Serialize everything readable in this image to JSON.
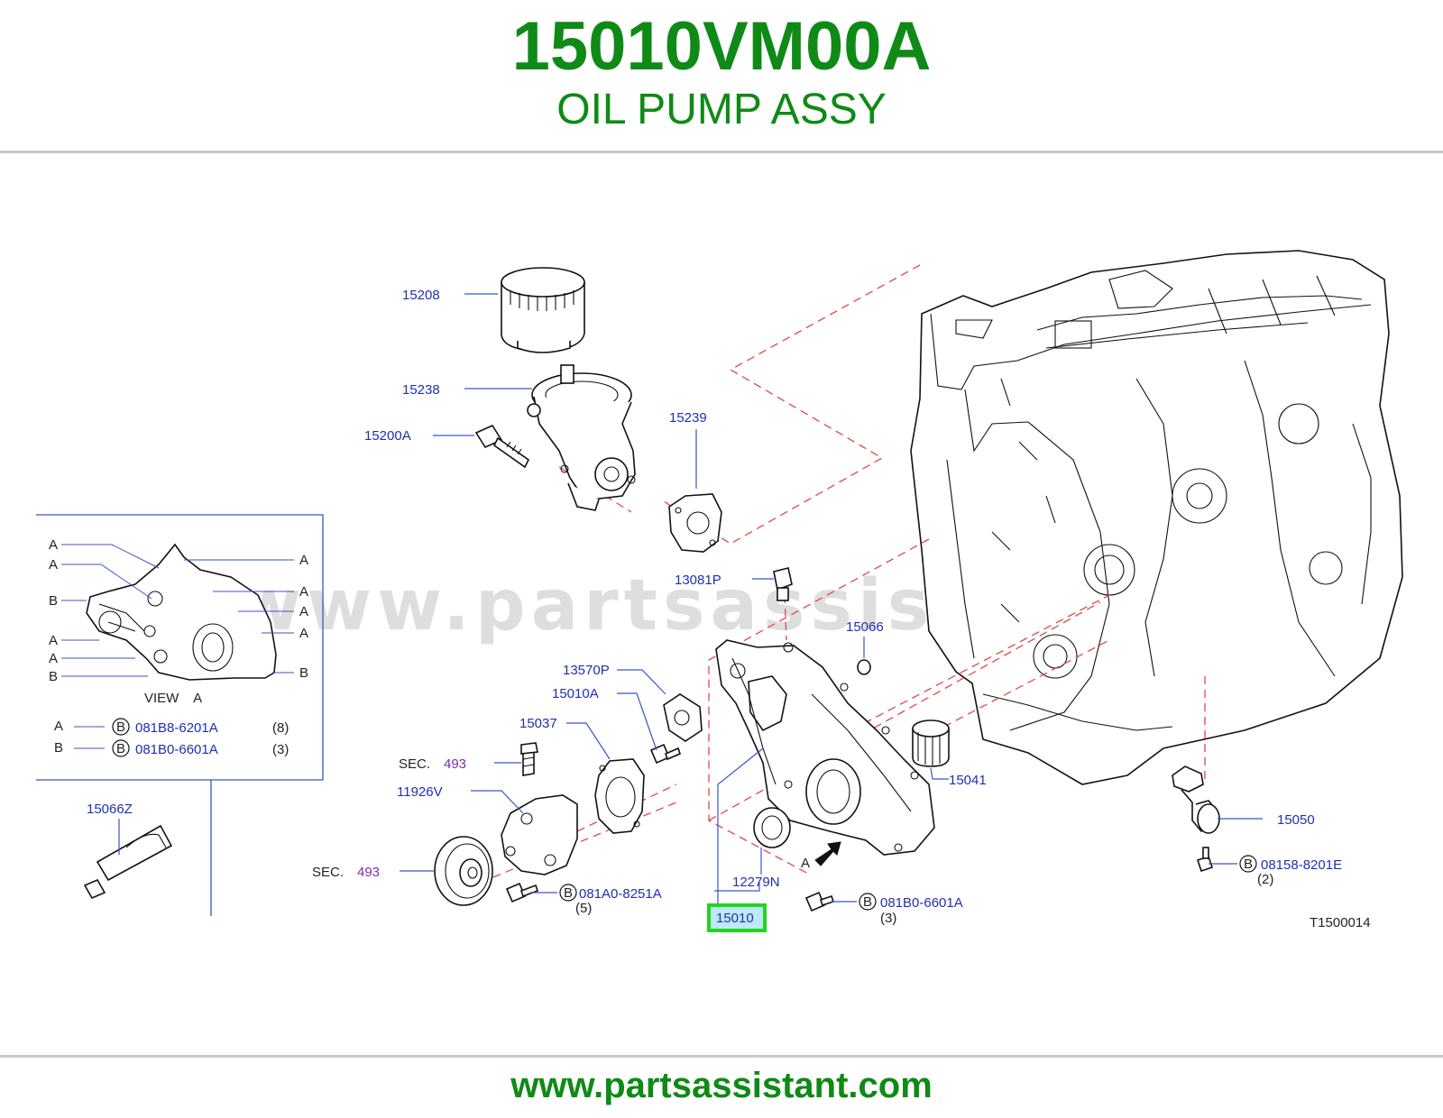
{
  "header": {
    "part_number": "15010VM00A",
    "part_name": "OIL PUMP ASSY"
  },
  "footer": {
    "url": "www.partsassistant.com"
  },
  "watermark": "www.partsassistant.com",
  "diagram_code": "T1500014",
  "view_panel": {
    "title": "VIEW    A",
    "markers": [
      "A",
      "A",
      "B",
      "A",
      "A",
      "B",
      "A",
      "A",
      "A",
      "A",
      "B"
    ],
    "legend": [
      {
        "key": "A",
        "badge": "B",
        "code": "081B8-6201A",
        "qty": "(8)"
      },
      {
        "key": "B",
        "badge": "B",
        "code": "081B0-6601A",
        "qty": "(3)"
      }
    ]
  },
  "callouts": {
    "c15208": "15208",
    "c15238": "15238",
    "c15200A": "15200A",
    "c15239": "15239",
    "c13081P": "13081P",
    "c15066": "15066",
    "c13570P": "13570P",
    "c15010A": "15010A",
    "c15037": "15037",
    "c11926V": "11926V",
    "c15066Z": "15066Z",
    "c15041": "15041",
    "c12279N": "12279N",
    "c15010": "15010",
    "c15050": "15050",
    "sec_label": "SEC.",
    "sec_num": "493",
    "arrow_label": "A"
  },
  "bolts": [
    {
      "badge": "B",
      "code": "081A0-8251A",
      "qty": "(5)"
    },
    {
      "badge": "B",
      "code": "081B0-6601A",
      "qty": "(3)"
    },
    {
      "badge": "B",
      "code": "08158-8201E",
      "qty": "(2)"
    }
  ],
  "colors": {
    "title_green": "#0f8a16",
    "callout_blue": "#1f2fb4",
    "section_purple": "#7a2fa8",
    "highlight_green": "#1ed61e",
    "highlight_fill": "#bfe9f5",
    "dashed_red": "#e04848"
  }
}
